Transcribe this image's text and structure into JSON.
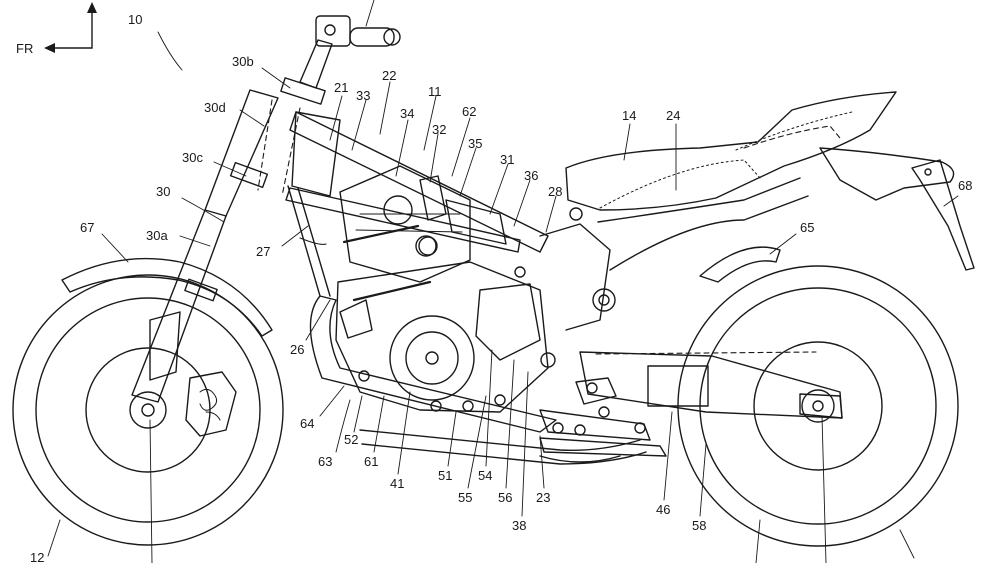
{
  "direction_label": "FR",
  "labels": {
    "l10": "10",
    "l30b": "30b",
    "l30d": "30d",
    "l30c": "30c",
    "l30": "30",
    "l30a": "30a",
    "l67": "67",
    "l12": "12",
    "l21": "21",
    "l33": "33",
    "l22": "22",
    "l11": "11",
    "l34": "34",
    "l62": "62",
    "l32": "32",
    "l35": "35",
    "l31": "31",
    "l36": "36",
    "l28": "28",
    "l27": "27",
    "l26": "26",
    "l64": "64",
    "l63": "63",
    "l52": "52",
    "l61": "61",
    "l41": "41",
    "l51": "51",
    "l54": "54",
    "l55": "55",
    "l56": "56",
    "l23": "23",
    "l38": "38",
    "l46": "46",
    "l58": "58",
    "l14": "14",
    "l24": "24",
    "l65": "65",
    "l68": "68"
  }
}
